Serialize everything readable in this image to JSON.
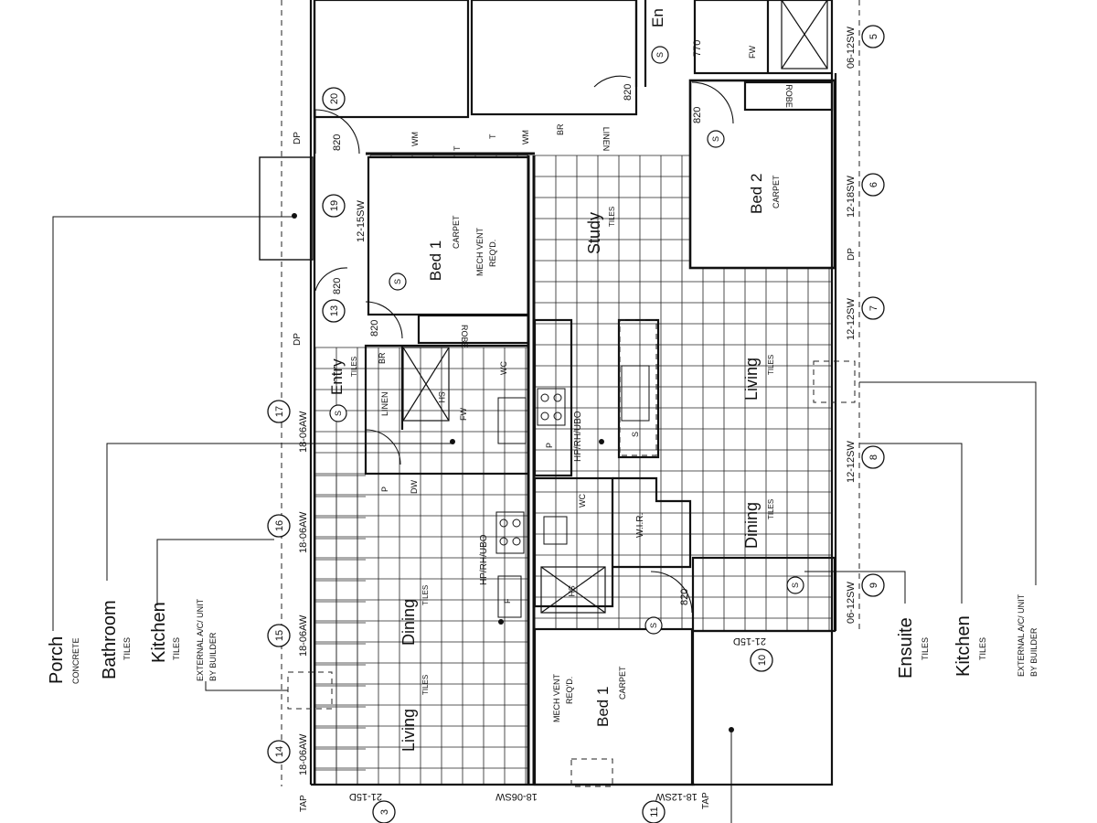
{
  "rooms": {
    "bed1_top": {
      "name": "Bed 1",
      "finish": "CARPET",
      "note1": "MECH VENT",
      "note2": "REQ'D."
    },
    "study": {
      "name": "Study",
      "finish": "TILES"
    },
    "bed2": {
      "name": "Bed 2",
      "finish": "CARPET"
    },
    "living_right": {
      "name": "Living",
      "finish": "TILES"
    },
    "dining_right": {
      "name": "Dining",
      "finish": "TILES"
    },
    "entry": {
      "name": "Entry",
      "finish": "TILES"
    },
    "dining_left": {
      "name": "Dining",
      "finish": "TILES"
    },
    "living_left": {
      "name": "Living",
      "finish": "TILES"
    },
    "bed1_bottom": {
      "name": "Bed 1",
      "finish": "CARPET",
      "note1": "MECH VENT",
      "note2": "REQ'D."
    },
    "wir": {
      "name": "W.I.R."
    },
    "ensuite_top": {
      "name": "En"
    }
  },
  "fixtures": {
    "linen": "LINEN",
    "robe": "ROBE",
    "br": "BR",
    "wc": "WC",
    "fw": "FW",
    "sh": "SH",
    "dw": "DW",
    "p": "P",
    "f": "F",
    "t": "T",
    "wm": "WM",
    "hp_rh_ubo": "HP/RH/UBO",
    "s": "S"
  },
  "door_sizes": {
    "d820": "820",
    "d770": "770"
  },
  "windows": {
    "w1215sw": "12-15SW",
    "w1812sw": "18-12SW",
    "w1806aw": "18-06AW",
    "w1806sw": "18-06SW",
    "w1215sw_b": "12-12SW",
    "w1218sw": "12-18SW",
    "w0612sw": "06-12SW",
    "w2115d": "21-15D"
  },
  "markers": {
    "dp": "DP",
    "tap": "TAP",
    "c3": "3",
    "c5": "5",
    "c6": "6",
    "c7": "7",
    "c8": "8",
    "c9": "9",
    "c10": "10",
    "c11": "11",
    "c13": "13",
    "c14": "14",
    "c15": "15",
    "c16": "16",
    "c17": "17",
    "c19": "19",
    "c20": "20"
  },
  "legend_left": {
    "porch": "Porch",
    "porch_f": "CONCRETE",
    "bathroom": "Bathroom",
    "bathroom_f": "TILES",
    "kitchen": "Kitchen",
    "kitchen_f": "TILES",
    "ac1": "EXTERNAL A/C/ UNIT",
    "ac2": "BY BUILDER"
  },
  "legend_right": {
    "ensuite": "Ensuite",
    "ensuite_f": "TILES",
    "kitchen": "Kitchen",
    "kitchen_f": "TILES",
    "ac1": "EXTERNAL A/C/ UNIT",
    "ac2": "BY BUILDER"
  }
}
